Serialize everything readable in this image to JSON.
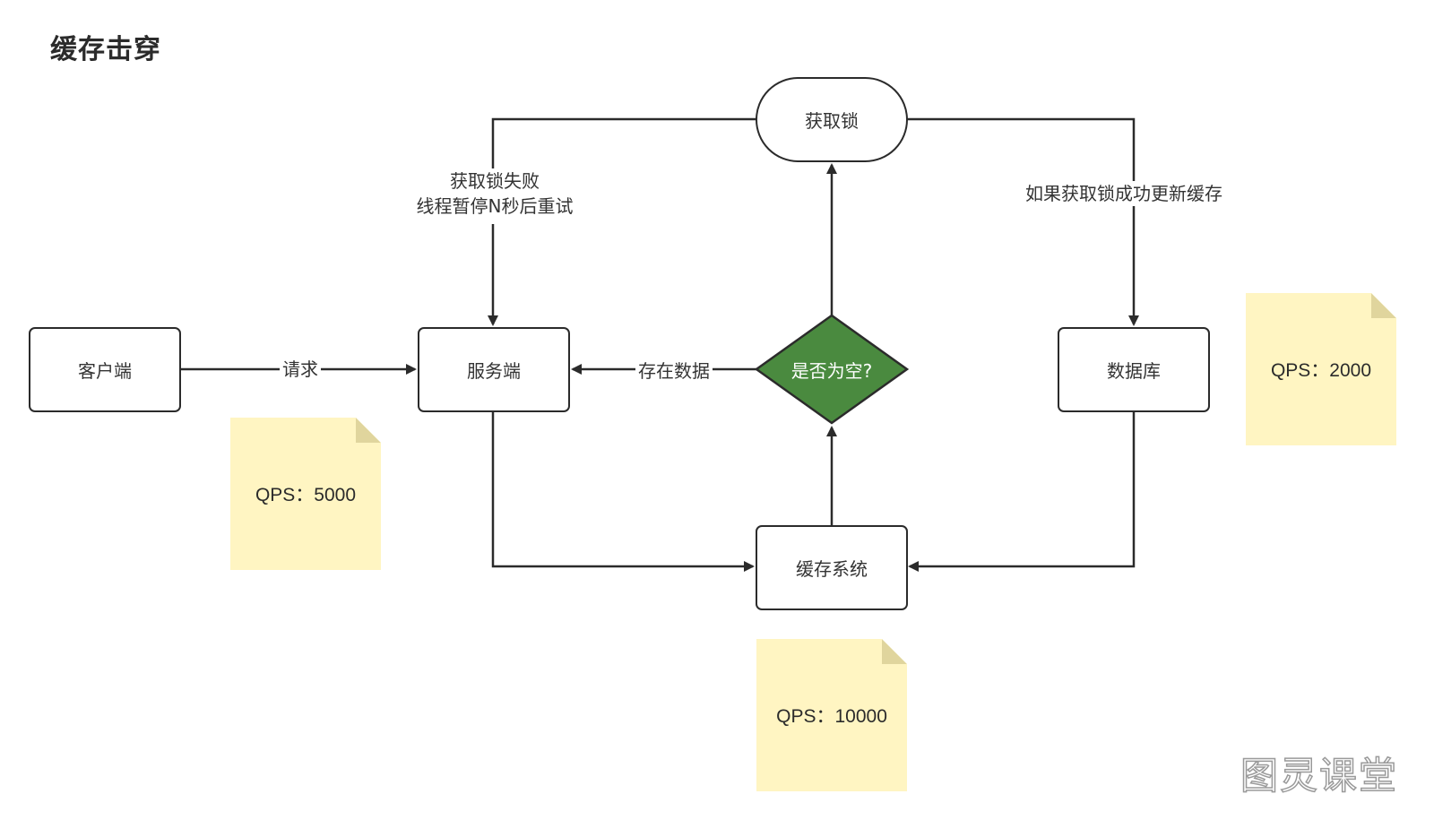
{
  "title": "缓存击穿",
  "nodes": {
    "client": "客户端",
    "server": "服务端",
    "cache": "缓存系统",
    "decision": "是否为空?",
    "lock": "获取锁",
    "database": "数据库"
  },
  "edges": {
    "request": "请求",
    "has_data": "存在数据",
    "lock_fail_line1": "获取锁失败",
    "lock_fail_line2": "线程暂停N秒后重试",
    "lock_success": "如果获取锁成功更新缓存"
  },
  "notes": {
    "client_qps": "QPS：5000",
    "cache_qps": "QPS：10000",
    "db_qps": "QPS：2000"
  },
  "watermark": "图灵课堂",
  "colors": {
    "decision_fill": "#4a8a3f",
    "note_fill": "#fff5c2",
    "stroke": "#2b2b2b"
  }
}
